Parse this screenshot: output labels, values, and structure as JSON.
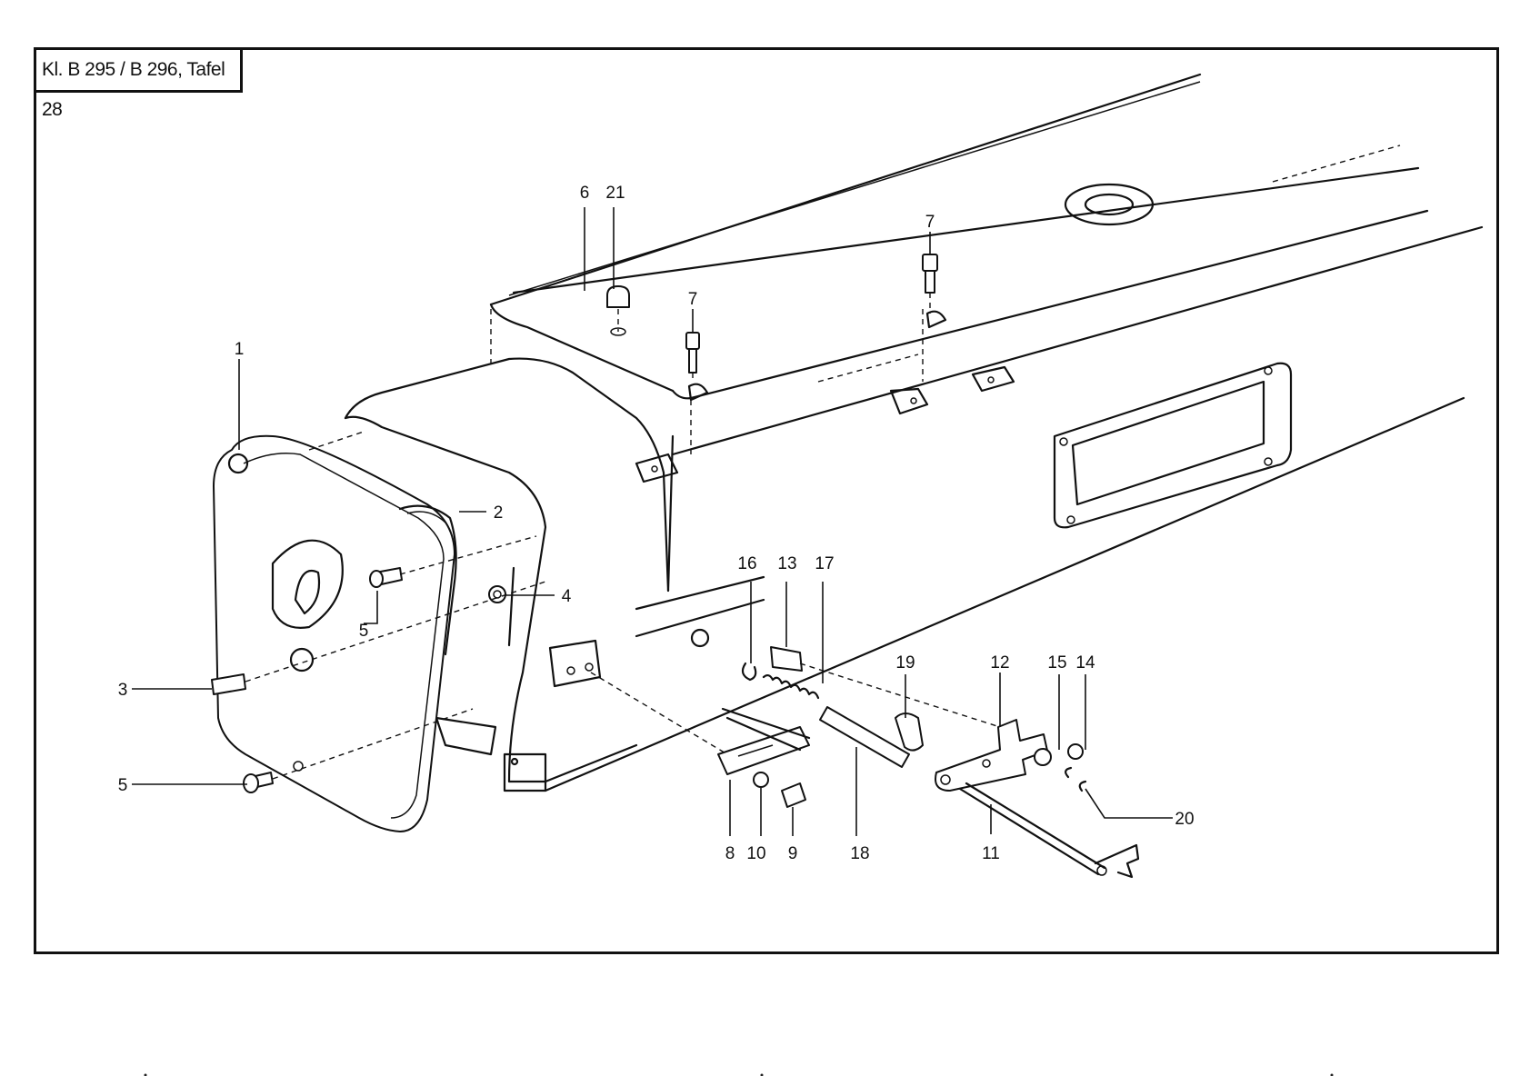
{
  "title": "Kl. B 295 / B 296, Tafel 28",
  "callouts": [
    "1",
    "2",
    "3",
    "4",
    "5",
    "5",
    "6",
    "7",
    "7",
    "8",
    "9",
    "10",
    "11",
    "12",
    "13",
    "14",
    "15",
    "16",
    "17",
    "18",
    "19",
    "20",
    "21"
  ]
}
